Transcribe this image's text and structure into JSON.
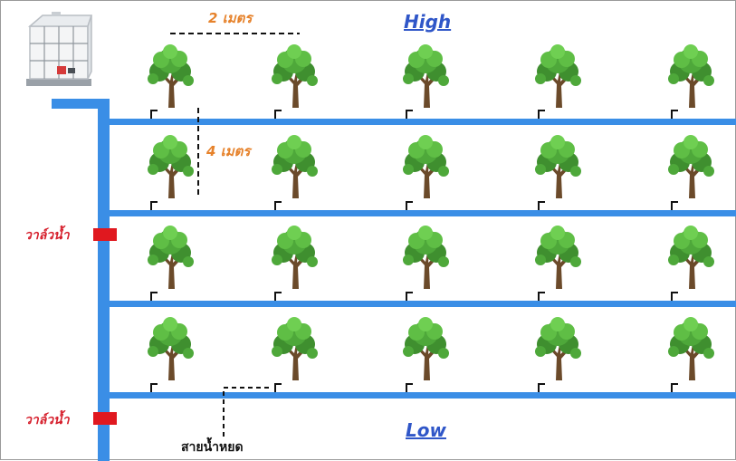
{
  "labels": {
    "tree_spacing": "2 เมตร",
    "row_spacing": "4 เมตร",
    "high_end": "High",
    "low_end": "Low",
    "valve_upper": "วาล์วน้ำ",
    "valve_lower": "วาล์วน้ำ",
    "drip_line": "สายน้ำหยด"
  },
  "layout": {
    "tree_rows": 4,
    "trees_per_row": 5,
    "lateral_pipes": 4,
    "valves": 2
  },
  "colors": {
    "pipe": "#3a8ee6",
    "valve": "#e0181f",
    "distance_label": "#e6822b",
    "elevation_label": "#2f56c8",
    "valve_label": "#d61f2c"
  },
  "icons": {
    "water_tank": "ibc-tote-tank-icon",
    "tree": "tree-icon",
    "emitter": "drip-emitter-icon"
  }
}
